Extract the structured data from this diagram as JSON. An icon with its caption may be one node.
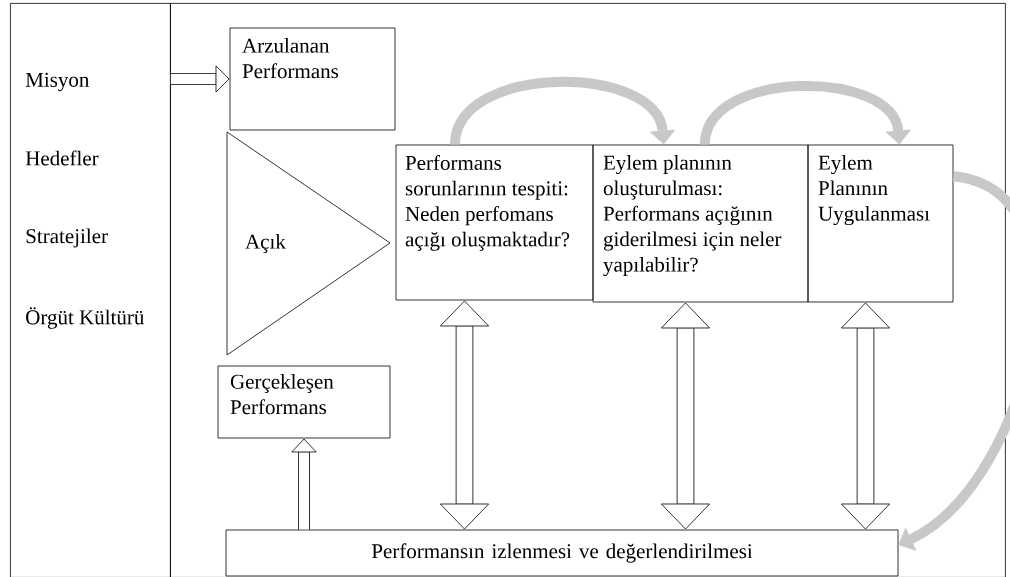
{
  "diagram": {
    "nodes": [
      {
        "text": [
          "Misyon",
          "Hedefler",
          "Stratejiler",
          "Örgüt Kültürü"
        ]
      },
      {
        "text": [],
        "shape": "box"
      },
      {
        "text": [
          "Arzulanan Performans"
        ],
        "in": 1
      },
      {
        "text": [
          "Açık"
        ],
        "in": 1
      },
      {
        "text": [
          "Performans sorunlarının tespiti: Neden perfomans açığı oluşmaktadır?"
        ],
        "in": 1
      },
      {
        "text": [
          "Eylem planının oluşturulması: Performans açığının giderilmesi için neler yapılabilir?"
        ],
        "in": 1
      },
      {
        "text": [
          "Eylem Planının Uygulanması"
        ],
        "in": 1
      },
      {
        "text": [
          "Gerçekleşen Performans"
        ],
        "in": 1
      },
      {
        "text": [
          "Performansın izlenmesi ve değerlendirilmesi"
        ],
        "in": 1
      }
    ],
    "edges": [
      {
        "from": 0,
        "to": 2,
        "arrow": "to"
      },
      {
        "from": 4,
        "to": 5,
        "arrow": "to",
        "color": "#c8c8c8"
      },
      {
        "from": 5,
        "to": 6,
        "arrow": "to",
        "color": "#c8c8c8"
      },
      {
        "from": 6,
        "to": 8,
        "arrow": "to",
        "color": "#c8c8c8"
      },
      {
        "from": 8,
        "to": 7,
        "arrow": "to"
      },
      {
        "from": 4,
        "to": 8,
        "arrow": "both"
      },
      {
        "from": 5,
        "to": 8,
        "arrow": "both"
      },
      {
        "from": 6,
        "to": 8,
        "arrow": "both"
      }
    ]
  }
}
